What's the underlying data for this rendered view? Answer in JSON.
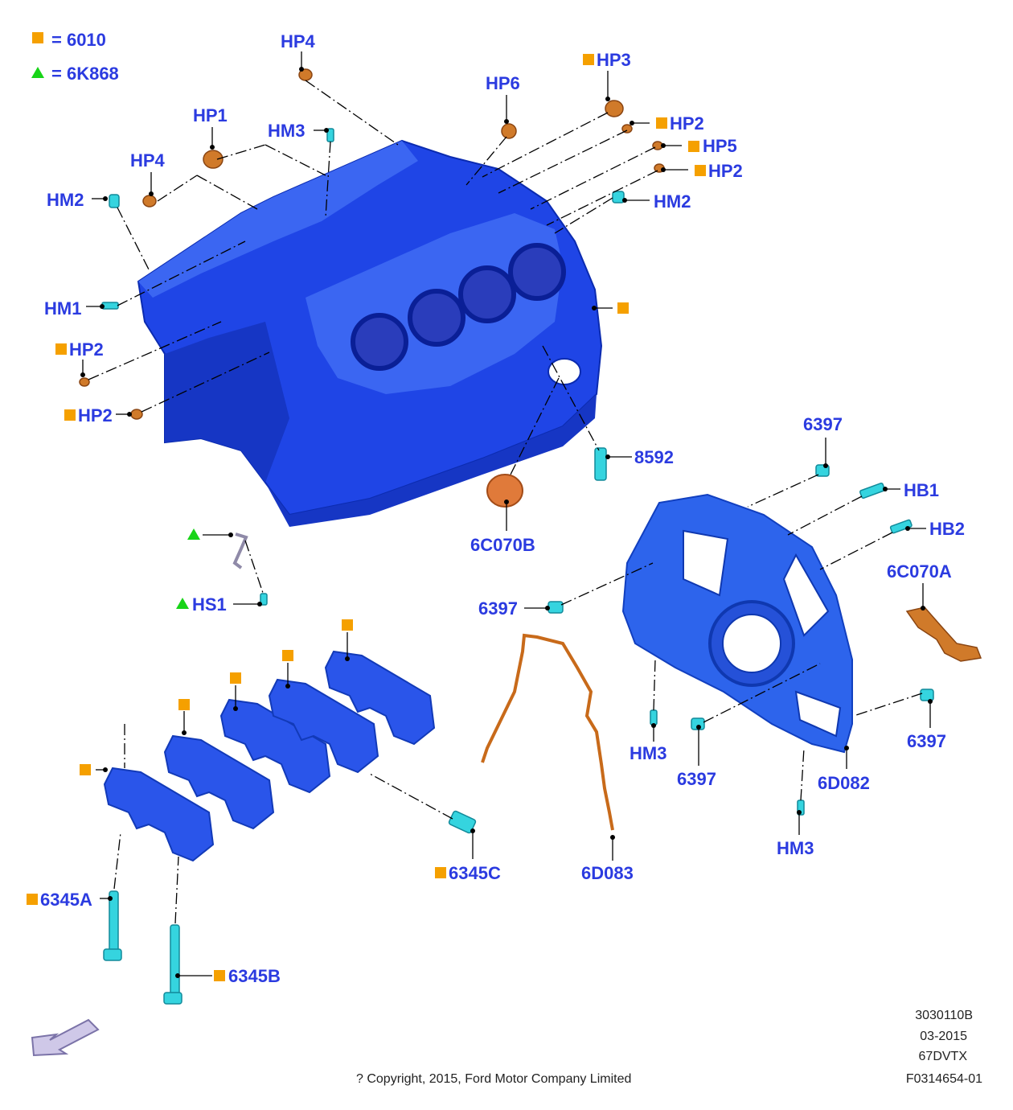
{
  "legend": [
    {
      "symbol": "square",
      "color": "#f5a000",
      "text": "= 6010"
    },
    {
      "symbol": "triangle",
      "color": "#18d418",
      "text": "= 6K868"
    }
  ],
  "callouts": {
    "hp4_top": "HP4",
    "hp3": "HP3",
    "hp6": "HP6",
    "hp1": "HP1",
    "hm3_top": "HM3",
    "hp2_r1": "HP2",
    "hp5": "HP5",
    "hp2_r2": "HP2",
    "hp4_left": "HP4",
    "hm2_left": "HM2",
    "hm2_right": "HM2",
    "hm1": "HM1",
    "hp2_left1": "HP2",
    "hp2_left2": "HP2",
    "p8592": "8592",
    "p6c070b": "6C070B",
    "p6397_top": "6397",
    "hb1": "HB1",
    "hb2": "HB2",
    "p6c070a": "6C070A",
    "hs1": "HS1",
    "p6397_left": "6397",
    "hm3_mid": "HM3",
    "p6397_low": "6397",
    "p6397_right": "6397",
    "p6d082": "6D082",
    "hm3_low": "HM3",
    "p6d083": "6D083",
    "p6345c": "6345C",
    "p6345a": "6345A",
    "p6345b": "6345B"
  },
  "colors": {
    "marker_square": "#f5a000",
    "marker_triangle": "#18d418",
    "callout_text": "#2b3be0",
    "block_blue": "#1f45e6",
    "bolt_cyan": "#35d4df",
    "plug_orange": "#d07a2a"
  },
  "icons": [
    "direction-arrow-icon"
  ],
  "footer": {
    "codes": [
      "3030110B",
      "03-2015",
      "67DVTX",
      "F0314654-01"
    ],
    "copyright": "? Copyright, 2015, Ford Motor Company Limited"
  }
}
